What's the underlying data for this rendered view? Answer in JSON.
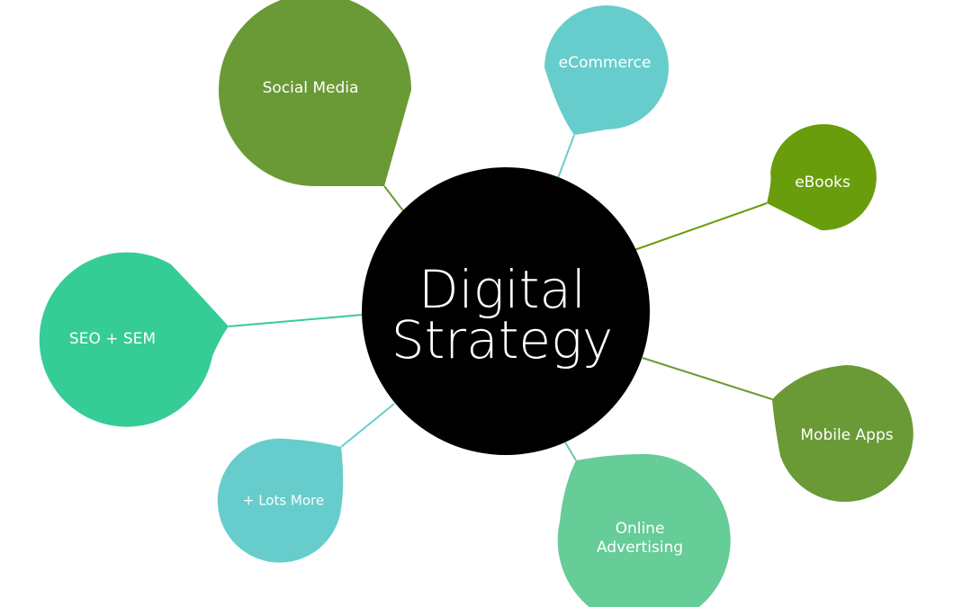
{
  "center": {
    "line1": "Digital",
    "line2": "Strategy",
    "color": "#000000"
  },
  "nodes": [
    {
      "id": "social-media",
      "label": "Social Media",
      "color": "#6a9a35"
    },
    {
      "id": "ecommerce",
      "label": "eCommerce",
      "color": "#66cdcc"
    },
    {
      "id": "ebooks",
      "label": "eBooks",
      "color": "#699d0c"
    },
    {
      "id": "seo-sem",
      "label": "SEO + SEM",
      "color": "#35cc96"
    },
    {
      "id": "mobile-apps",
      "label": "Mobile Apps",
      "color": "#6a9a35"
    },
    {
      "id": "lots-more",
      "label": "+ Lots More",
      "color": "#66cdcc"
    },
    {
      "id": "online-advertising",
      "label_line1": "Online",
      "label_line2": "Advertising",
      "color": "#66cc98"
    }
  ]
}
